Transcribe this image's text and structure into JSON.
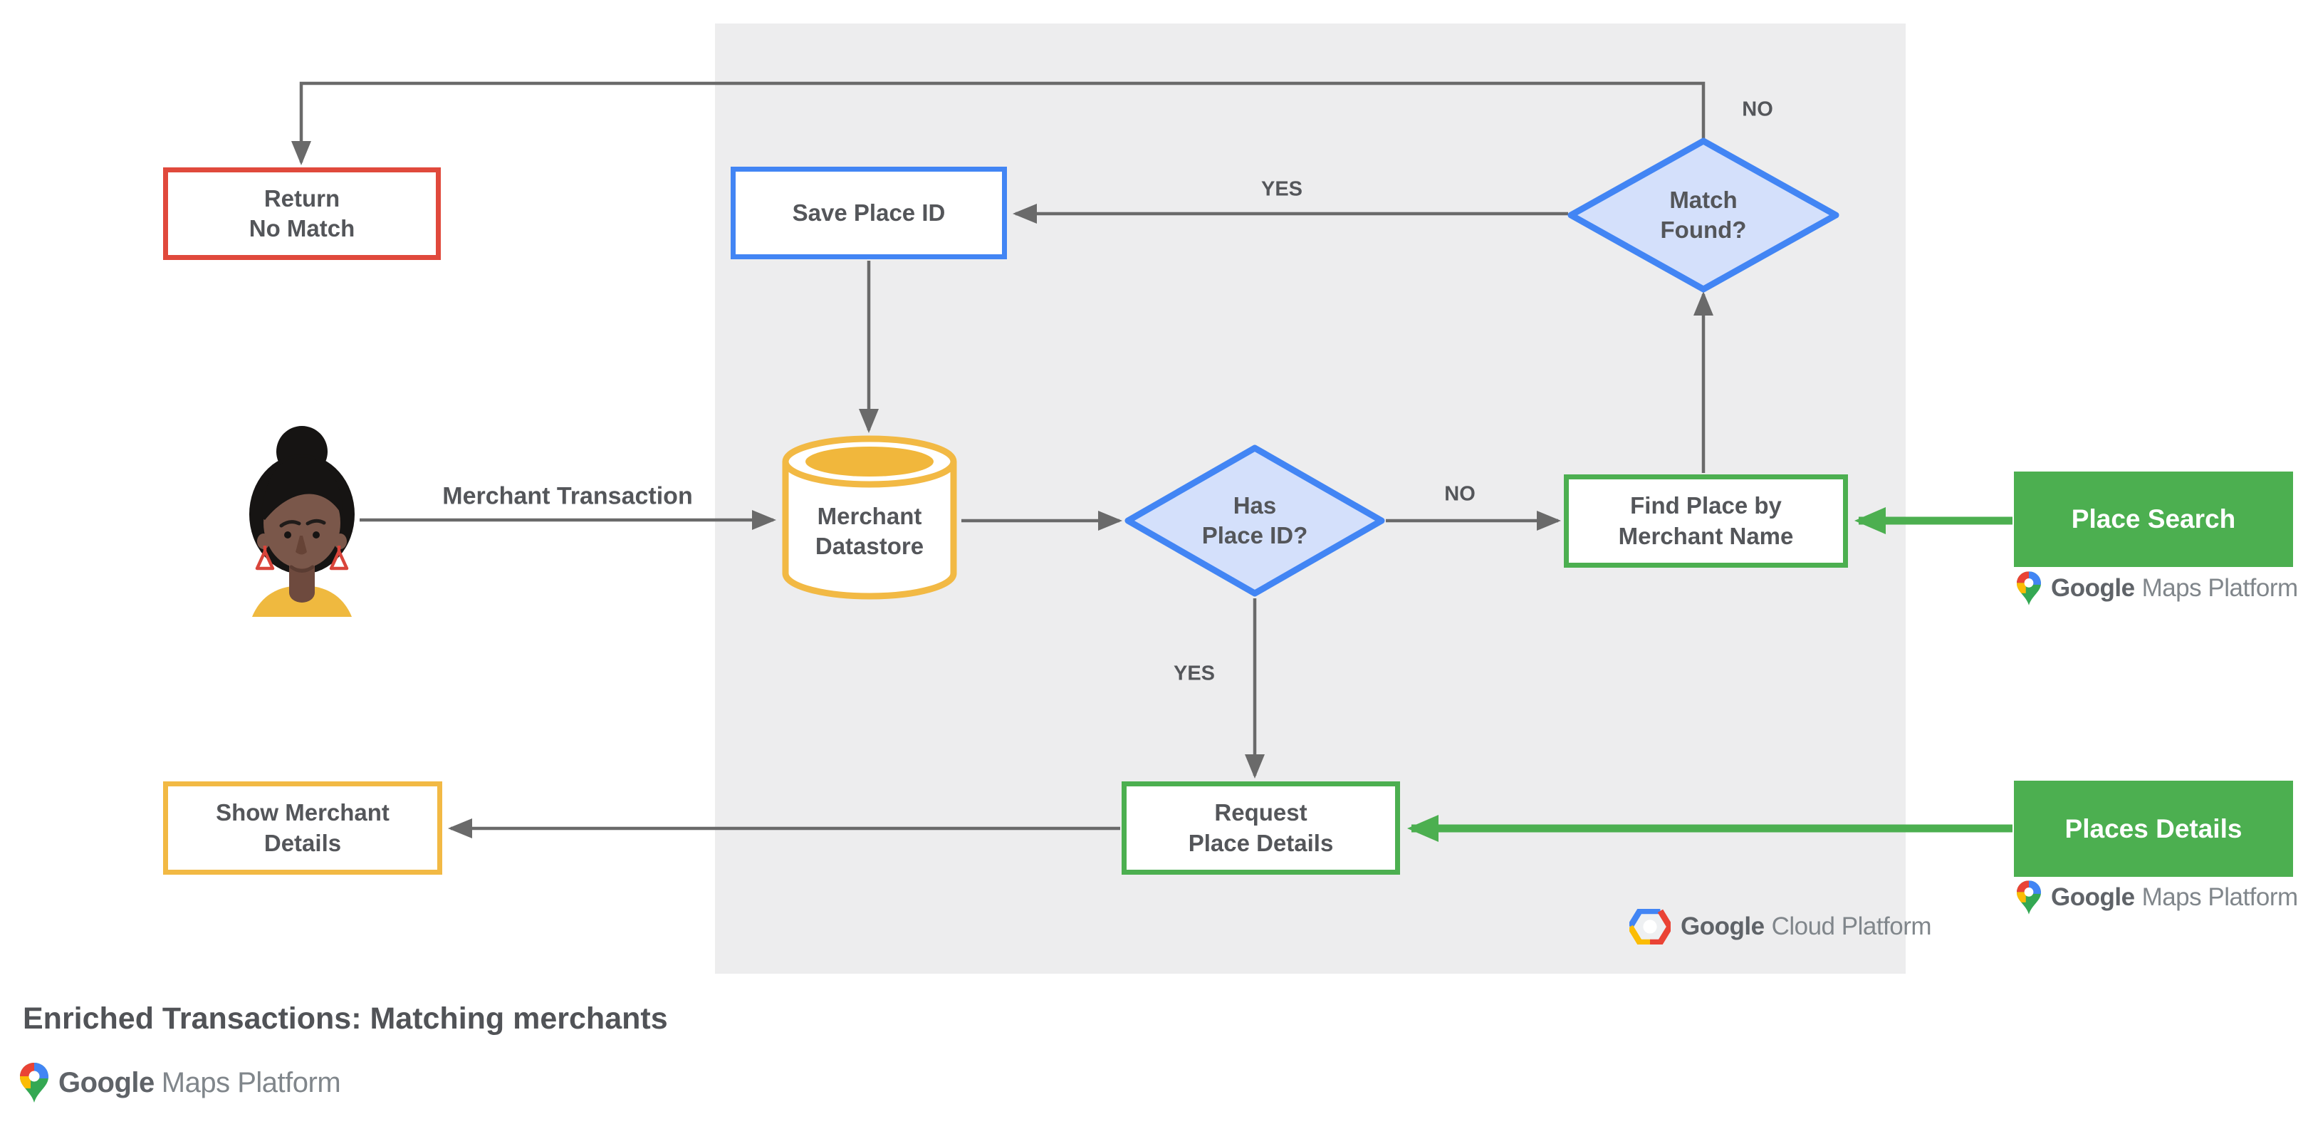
{
  "title": "Enriched Transactions: Matching merchants",
  "nodes": {
    "return_no_match": {
      "label": "Return\nNo Match"
    },
    "save_place_id": {
      "label": "Save Place ID"
    },
    "match_found": {
      "label": "Match\nFound?"
    },
    "merchant_datastore": {
      "label": "Merchant\nDatastore"
    },
    "has_place_id": {
      "label": "Has\nPlace ID?"
    },
    "find_place": {
      "label": "Find Place by\nMerchant Name"
    },
    "request_place_details": {
      "label": "Request\nPlace Details"
    },
    "show_merchant_details": {
      "label": "Show Merchant\nDetails"
    },
    "place_search": {
      "label": "Place Search"
    },
    "places_details": {
      "label": "Places Details"
    }
  },
  "edge_labels": {
    "merchant_transaction": "Merchant Transaction",
    "match_found_no": "NO",
    "match_found_yes": "YES",
    "has_place_id_no": "NO",
    "has_place_id_yes": "YES"
  },
  "logos": {
    "google_maps_platform": {
      "google": "Google",
      "product": "Maps Platform"
    },
    "google_cloud_platform": {
      "google": "Google",
      "product": "Cloud Platform"
    }
  },
  "colors": {
    "red": "#e0493c",
    "blue": "#4285f4",
    "blue_fill": "#d4e0fb",
    "yellow": "#f2b944",
    "yellow_fill": "#f1b73c",
    "green": "#4caf50",
    "gray_line": "#6a6a6a",
    "panel_background": "#ededee",
    "label_text": "#54565a"
  }
}
